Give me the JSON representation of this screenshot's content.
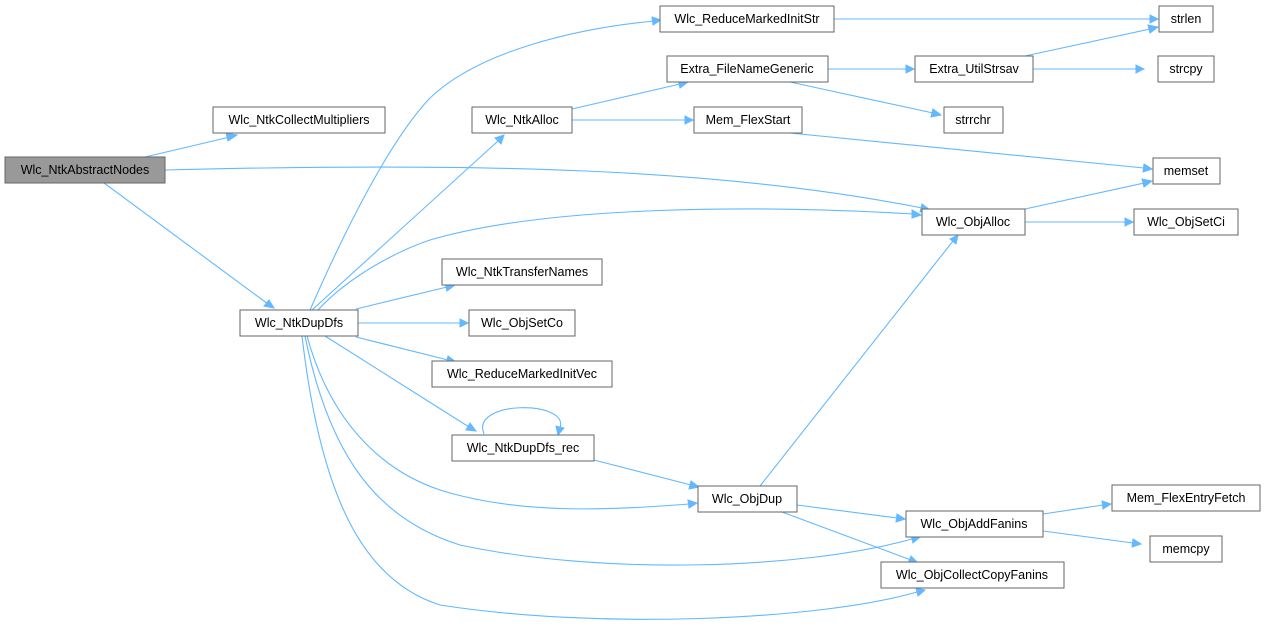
{
  "title": "Call graph of Wlc_NtkAbstractNodes",
  "colors": {
    "edge": "#63b8ff",
    "root_fill": "#999999",
    "node_border": "#666666",
    "node_fill": "#ffffff"
  },
  "nodes": {
    "n_abstract": "Wlc_NtkAbstractNodes",
    "n_collectmult": "Wlc_NtkCollectMultipliers",
    "n_dupdfs": "Wlc_NtkDupDfs",
    "n_reducestr": "Wlc_ReduceMarkedInitStr",
    "n_ntkalloc": "Wlc_NtkAlloc",
    "n_transfer": "Wlc_NtkTransferNames",
    "n_setco": "Wlc_ObjSetCo",
    "n_reducevec": "Wlc_ReduceMarkedInitVec",
    "n_duprec": "Wlc_NtkDupDfs_rec",
    "n_filename": "Extra_FileNameGeneric",
    "n_flexstart": "Mem_FlexStart",
    "n_objdup": "Wlc_ObjDup",
    "n_utilstrsav": "Extra_UtilStrsav",
    "n_strrchr": "strrchr",
    "n_objalloc": "Wlc_ObjAlloc",
    "n_addfanins": "Wlc_ObjAddFanins",
    "n_copyfanins": "Wlc_ObjCollectCopyFanins",
    "n_strlen": "strlen",
    "n_strcpy": "strcpy",
    "n_memset": "memset",
    "n_setci": "Wlc_ObjSetCi",
    "n_flexfetch": "Mem_FlexEntryFetch",
    "n_memcpy": "memcpy"
  },
  "edges": [
    [
      "n_abstract",
      "n_collectmult"
    ],
    [
      "n_abstract",
      "n_dupdfs"
    ],
    [
      "n_abstract",
      "n_objalloc"
    ],
    [
      "n_dupdfs",
      "n_reducestr"
    ],
    [
      "n_dupdfs",
      "n_ntkalloc"
    ],
    [
      "n_dupdfs",
      "n_objalloc"
    ],
    [
      "n_dupdfs",
      "n_transfer"
    ],
    [
      "n_dupdfs",
      "n_setco"
    ],
    [
      "n_dupdfs",
      "n_reducevec"
    ],
    [
      "n_dupdfs",
      "n_duprec"
    ],
    [
      "n_dupdfs",
      "n_objdup"
    ],
    [
      "n_dupdfs",
      "n_addfanins"
    ],
    [
      "n_dupdfs",
      "n_copyfanins"
    ],
    [
      "n_reducestr",
      "n_strlen"
    ],
    [
      "n_ntkalloc",
      "n_filename"
    ],
    [
      "n_ntkalloc",
      "n_flexstart"
    ],
    [
      "n_filename",
      "n_utilstrsav"
    ],
    [
      "n_filename",
      "n_strrchr"
    ],
    [
      "n_utilstrsav",
      "n_strlen"
    ],
    [
      "n_utilstrsav",
      "n_strcpy"
    ],
    [
      "n_flexstart",
      "n_memset"
    ],
    [
      "n_objalloc",
      "n_memset"
    ],
    [
      "n_objalloc",
      "n_setci"
    ],
    [
      "n_duprec",
      "n_duprec"
    ],
    [
      "n_duprec",
      "n_objdup"
    ],
    [
      "n_objdup",
      "n_objalloc"
    ],
    [
      "n_objdup",
      "n_addfanins"
    ],
    [
      "n_objdup",
      "n_copyfanins"
    ],
    [
      "n_addfanins",
      "n_flexfetch"
    ],
    [
      "n_addfanins",
      "n_memcpy"
    ]
  ]
}
